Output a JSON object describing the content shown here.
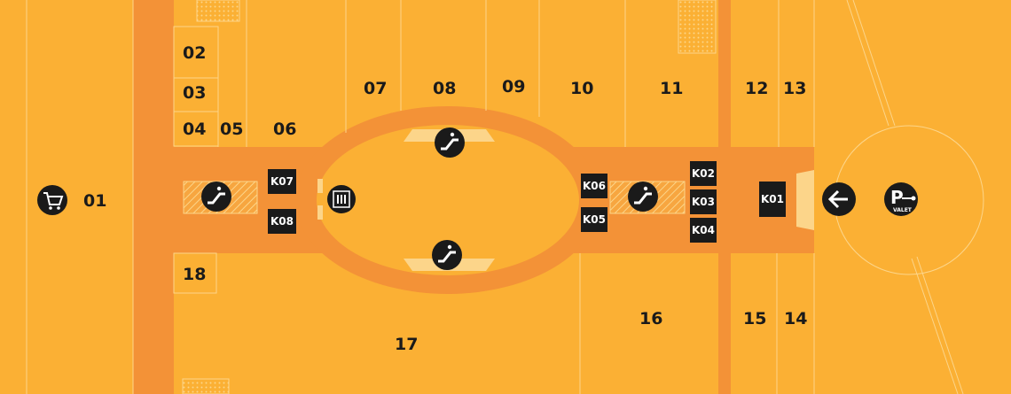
{
  "units": [
    {
      "id": "01",
      "label": "01"
    },
    {
      "id": "02",
      "label": "02"
    },
    {
      "id": "03",
      "label": "03"
    },
    {
      "id": "04",
      "label": "04"
    },
    {
      "id": "05",
      "label": "05"
    },
    {
      "id": "06",
      "label": "06"
    },
    {
      "id": "07",
      "label": "07"
    },
    {
      "id": "08",
      "label": "08"
    },
    {
      "id": "09",
      "label": "09"
    },
    {
      "id": "10",
      "label": "10"
    },
    {
      "id": "11",
      "label": "11"
    },
    {
      "id": "12",
      "label": "12"
    },
    {
      "id": "13",
      "label": "13"
    },
    {
      "id": "14",
      "label": "14"
    },
    {
      "id": "15",
      "label": "15"
    },
    {
      "id": "16",
      "label": "16"
    },
    {
      "id": "17",
      "label": "17"
    },
    {
      "id": "18",
      "label": "18"
    }
  ],
  "kiosks": [
    {
      "id": "K01",
      "label": "K01"
    },
    {
      "id": "K02",
      "label": "K02"
    },
    {
      "id": "K03",
      "label": "K03"
    },
    {
      "id": "K04",
      "label": "K04"
    },
    {
      "id": "K05",
      "label": "K05"
    },
    {
      "id": "K06",
      "label": "K06"
    },
    {
      "id": "K07",
      "label": "K07"
    },
    {
      "id": "K08",
      "label": "K08"
    }
  ],
  "icons": {
    "supermarket": "shopping-cart-icon",
    "escalator": "escalator-icon",
    "elevator": "elevator-icon",
    "entrance": "arrow-left-icon",
    "valet": "valet-parking-icon"
  },
  "valet": {
    "letter": "P",
    "sub": "VALET"
  },
  "colors": {
    "shop_fill": "#FBB034",
    "corridor": "#F39237",
    "kiosk": "#1a1a1a",
    "icon_circle": "#1a1a1a",
    "walls": "#FCD58A"
  }
}
